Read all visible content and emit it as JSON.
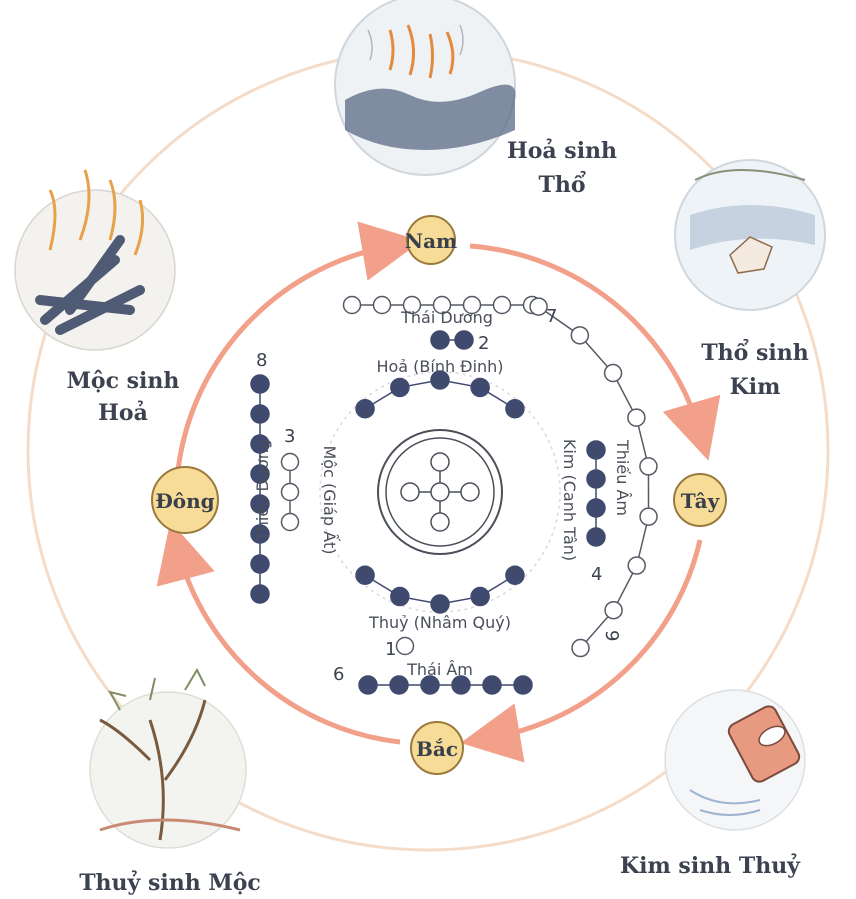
{
  "directions": {
    "south": "Nam",
    "west": "Tây",
    "north": "Bắc",
    "east": "Đông"
  },
  "cycle": {
    "fire_earth": [
      "Hoả sinh",
      "Thổ"
    ],
    "earth_metal": [
      "Thổ sinh",
      "Kim"
    ],
    "metal_water": "Kim sinh Thuỷ",
    "water_wood": "Thuỷ sinh Mộc",
    "wood_fire": [
      "Mộc sinh",
      "Hoả"
    ]
  },
  "groups": {
    "thai_duong": "Thái Dương",
    "hoa": "Hoả (Bính Đinh)",
    "thieu_duong": "Thiếu Dương",
    "moc": "Mộc (Giáp Ất)",
    "kim": "Kim (Canh Tân)",
    "thieu_am": "Thiếu Âm",
    "thuy": "Thuỷ (Nhâm Quý)",
    "thai_am": "Thái Âm"
  },
  "numbers": {
    "n1": "1",
    "n2": "2",
    "n3": "3",
    "n4": "4",
    "n6": "6",
    "n7": "7",
    "n8": "8",
    "n9": "9"
  },
  "colors": {
    "arrow": "#f2a08a",
    "outer_ring": "#f5dcc8",
    "badge_fill": "#f7dc97",
    "badge_stroke": "#9a7a3c",
    "dot_dark": "#3f4a6e",
    "dot_light": "#ffffff",
    "dot_stroke": "#555a66"
  }
}
